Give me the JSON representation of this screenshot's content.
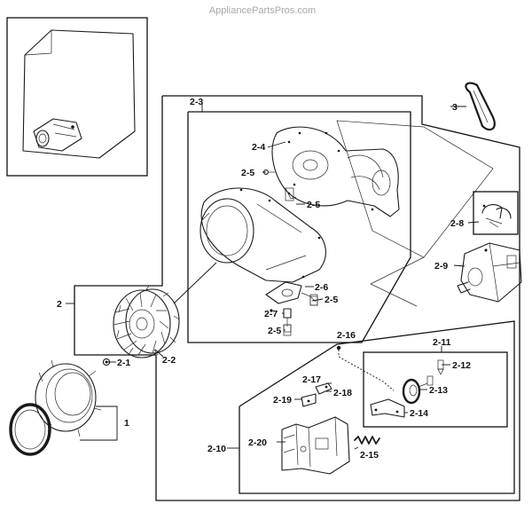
{
  "watermark": "AppliancePartsPros.com",
  "callouts": {
    "c1": "1",
    "c2": "2",
    "c2_1": "2-1",
    "c2_2": "2-2",
    "c2_3": "2-3",
    "c2_4": "2-4",
    "c2_5a": "2-5",
    "c2_5b": "2-5",
    "c2_5c": "2-5",
    "c2_5d": "2-5",
    "c2_6": "2-6",
    "c2_7": "2-7",
    "c2_8": "2-8",
    "c2_9": "2-9",
    "c2_10": "2-10",
    "c2_11": "2-11",
    "c2_12": "2-12",
    "c2_13": "2-13",
    "c2_14": "2-14",
    "c2_15": "2-15",
    "c2_16": "2-16",
    "c2_17": "2-17",
    "c2_18": "2-18",
    "c2_19": "2-19",
    "c2_20": "2-20",
    "c3": "3"
  }
}
